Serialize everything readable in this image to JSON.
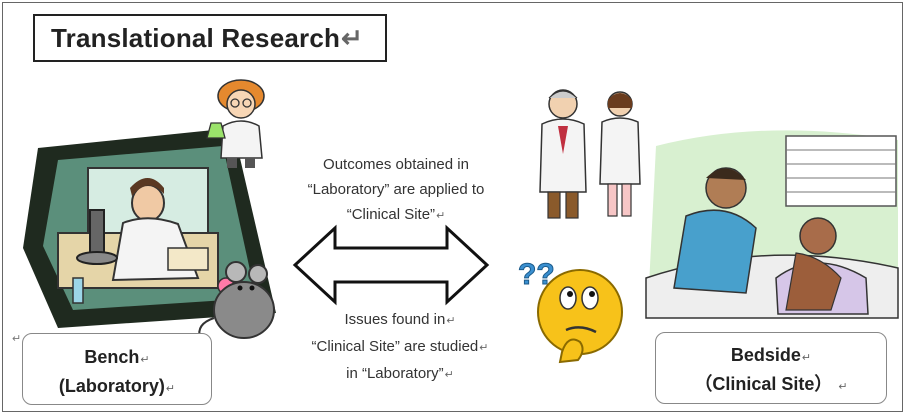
{
  "title": "Translational Research",
  "captions": {
    "top": [
      "Outcomes obtained in",
      "“Laboratory” are applied to",
      "“Clinical Site”"
    ],
    "bottom": [
      "Issues found in",
      "“Clinical Site” are studied",
      "in “Laboratory”"
    ]
  },
  "bench": {
    "line1": "Bench",
    "line2": "(Laboratory)"
  },
  "bedside": {
    "line1": "Bedside",
    "line2": "（Clinical Site）"
  },
  "question_marks": "??",
  "colors": {
    "frame": "#666666",
    "arrow_outline": "#111111",
    "smiley": "#f7c21a",
    "question": "#3a8fd0"
  }
}
